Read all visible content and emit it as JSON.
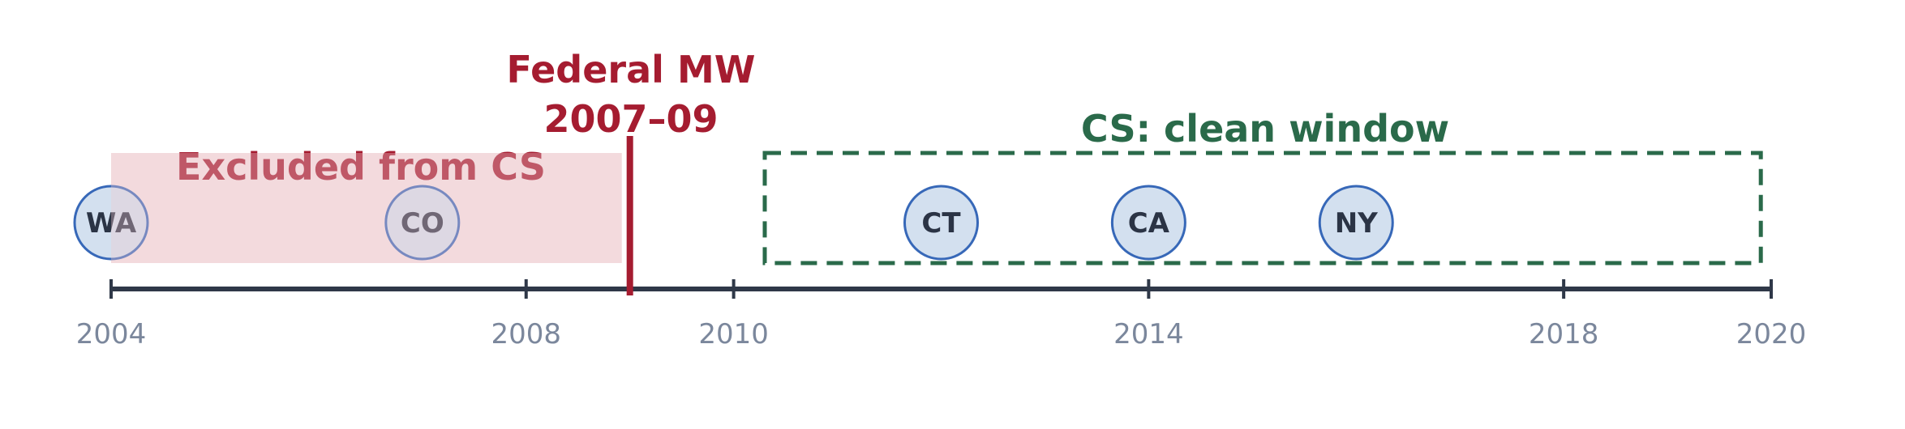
{
  "colors": {
    "axis": "#2f3848",
    "tick_text": "#7b879c",
    "excluded_fill": "#f5e3e5",
    "federal": "#a51c30",
    "clean_window": "#2a6a4a",
    "marker_fill": "#d3e0ef",
    "marker_stroke": "#3768b8",
    "marker_text": "#2b3445"
  },
  "timeline": {
    "ticks": [
      "2004",
      "2008",
      "2010",
      "2014",
      "2018",
      "2020"
    ]
  },
  "excluded": {
    "label": "Excluded from CS",
    "start_year": 2004,
    "end_year": 2009
  },
  "federal": {
    "line1": "Federal MW",
    "line2": "2007–09",
    "year": 2009
  },
  "clean_window": {
    "label": "CS: clean window",
    "start_year": 2010.3,
    "end_year": 2019.9
  },
  "states": [
    {
      "label": "WA",
      "year": 2004
    },
    {
      "label": "CO",
      "year": 2007
    },
    {
      "label": "CT",
      "year": 2012
    },
    {
      "label": "CA",
      "year": 2014
    },
    {
      "label": "NY",
      "year": 2016
    }
  ]
}
